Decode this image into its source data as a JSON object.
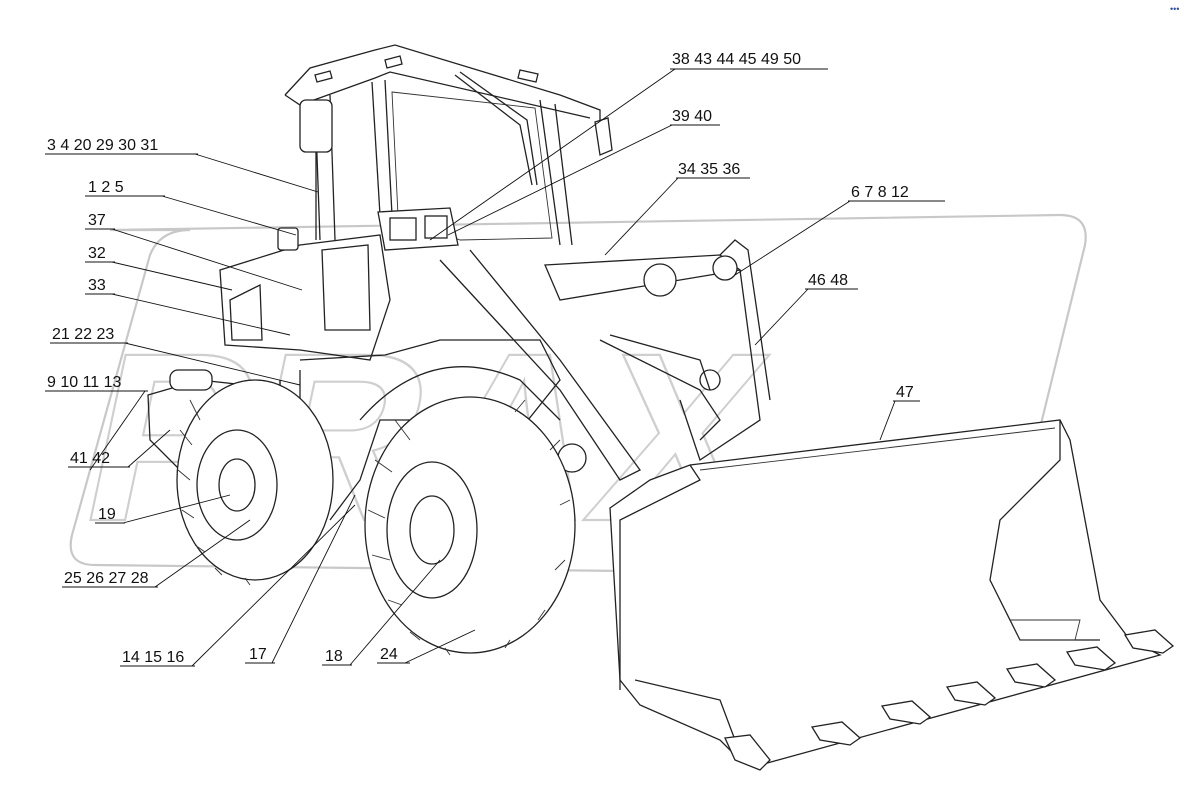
{
  "diagram": {
    "watermark": "PRAX",
    "corner_mark": "•••",
    "callouts": [
      {
        "id": "c-38",
        "text": "38 43 44 45 49 50"
      },
      {
        "id": "c-39",
        "text": "39 40"
      },
      {
        "id": "c-34",
        "text": "34 35 36"
      },
      {
        "id": "c-6",
        "text": "6 7 8 12"
      },
      {
        "id": "c-46",
        "text": "46 48"
      },
      {
        "id": "c-47",
        "text": "47"
      },
      {
        "id": "c-3",
        "text": "3 4 20 29 30 31"
      },
      {
        "id": "c-1",
        "text": "1 2 5"
      },
      {
        "id": "c-37",
        "text": "37"
      },
      {
        "id": "c-32",
        "text": "32"
      },
      {
        "id": "c-33",
        "text": "33"
      },
      {
        "id": "c-21",
        "text": "21 22 23"
      },
      {
        "id": "c-9",
        "text": "9 10 11 13"
      },
      {
        "id": "c-41",
        "text": "41 42"
      },
      {
        "id": "c-19",
        "text": "19"
      },
      {
        "id": "c-25",
        "text": "25 26 27 28"
      },
      {
        "id": "c-14",
        "text": "14 15 16"
      },
      {
        "id": "c-17",
        "text": "17"
      },
      {
        "id": "c-18",
        "text": "18"
      },
      {
        "id": "c-24",
        "text": "24"
      }
    ]
  }
}
